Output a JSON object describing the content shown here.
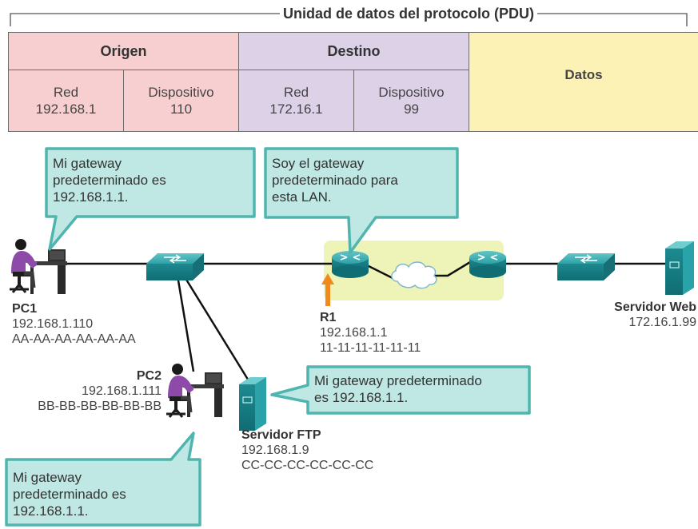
{
  "pdu": {
    "title": "Unidad de datos del protocolo (PDU)",
    "origin": {
      "header": "Origen",
      "net_label": "Red",
      "net_value": "192.168.1",
      "dev_label": "Dispositivo",
      "dev_value": "110"
    },
    "destination": {
      "header": "Destino",
      "net_label": "Red",
      "net_value": "172.16.1",
      "dev_label": "Dispositivo",
      "dev_value": "99"
    },
    "data_label": "Datos"
  },
  "callouts": {
    "pc1": [
      "Mi gateway",
      "predeterminado es",
      "192.168.1.1."
    ],
    "router": [
      "Soy el gateway",
      "predeterminado para",
      "esta LAN."
    ],
    "ftp": [
      "Mi gateway predeterminado",
      "es 192.168.1.1."
    ],
    "pc2": [
      "Mi gateway",
      "predeterminado es",
      "192.168.1.1."
    ]
  },
  "devices": {
    "pc1": {
      "name": "PC1",
      "ip": "192.168.1.110",
      "mac": "AA-AA-AA-AA-AA-AA"
    },
    "pc2": {
      "name": "PC2",
      "ip": "192.168.1.111",
      "mac": "BB-BB-BB-BB-BB-BB"
    },
    "r1": {
      "name": "R1",
      "ip": "192.168.1.1",
      "mac": "11-11-11-11-11-11"
    },
    "ftp": {
      "name": "Servidor FTP",
      "ip": "192.168.1.9",
      "mac": "CC-CC-CC-CC-CC-CC"
    },
    "web": {
      "name": "Servidor Web",
      "ip": "172.16.1.99"
    }
  },
  "colors": {
    "origin_bg": "#f8cfd0",
    "destination_bg": "#ddd1e8",
    "data_bg": "#fdf2b5",
    "callout_fill": "#bfe7e3",
    "callout_border": "#4fb5ae",
    "device_teal": "#1f8f95",
    "wan_highlight": "#eef4b8",
    "arrow": "#f08a1c"
  },
  "icons": [
    "pc-user-icon",
    "switch-icon",
    "router-icon",
    "cloud-icon",
    "server-icon",
    "arrow-up-icon"
  ]
}
